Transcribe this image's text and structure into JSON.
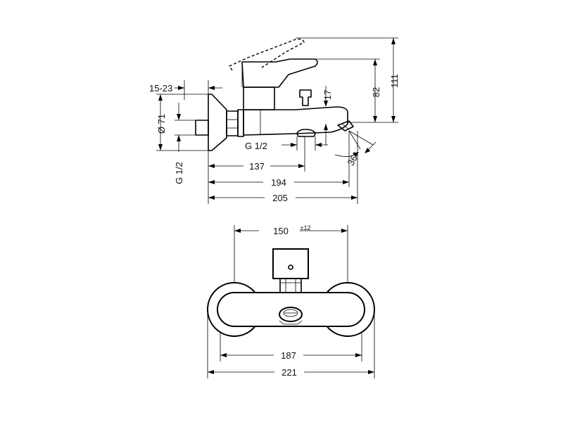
{
  "side_view": {
    "dim_15_23": "15-23",
    "dim_dia71": "Ø 71",
    "dim_g12_left": "G 1/2",
    "dim_g12_bottom": "G 1/2",
    "dim_17": "17",
    "dim_36deg": "36°",
    "dim_82": "82",
    "dim_111": "111",
    "dim_137": "137",
    "dim_194": "194",
    "dim_205": "205"
  },
  "front_view": {
    "dim_150": "150",
    "dim_tol": "±12",
    "dim_187": "187",
    "dim_221": "221"
  }
}
